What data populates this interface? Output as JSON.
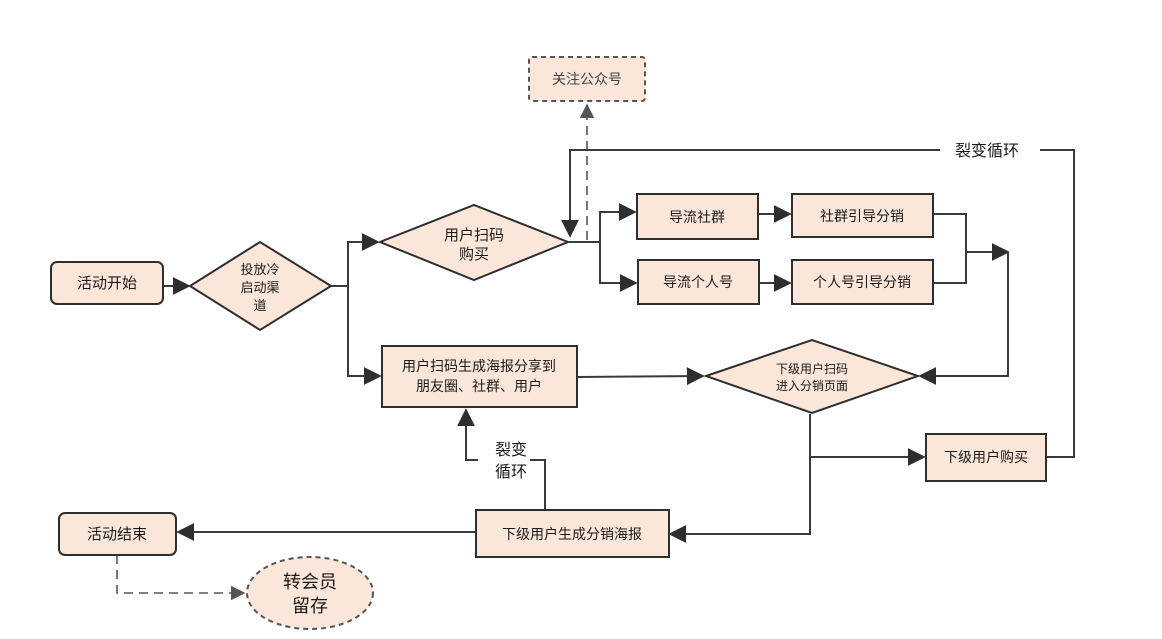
{
  "nodes": {
    "start": "活动开始",
    "channels": [
      "投放冷",
      "启动渠",
      "道"
    ],
    "scan_buy": [
      "用户扫码",
      "购买"
    ],
    "follow": "关注公众号",
    "community": "导流社群",
    "community_dist": "社群引导分销",
    "personal": "导流个人号",
    "personal_dist": "个人号引导分销",
    "share": [
      "用户扫码生成海报分享到",
      "朋友圈、社群、用户"
    ],
    "sub_scan": [
      "下级用户扫码",
      "进入分销页面"
    ],
    "sub_buy": "下级用户购买",
    "sub_poster": "下级用户生成分销海报",
    "end": "活动结束",
    "member": [
      "转会员",
      "留存"
    ]
  },
  "labels": {
    "loop_top": "裂变循环",
    "loop_bottom": [
      "裂变",
      "循环"
    ]
  },
  "colors": {
    "node_fill": "#fbe6da",
    "stroke": "#2e2e2e"
  }
}
